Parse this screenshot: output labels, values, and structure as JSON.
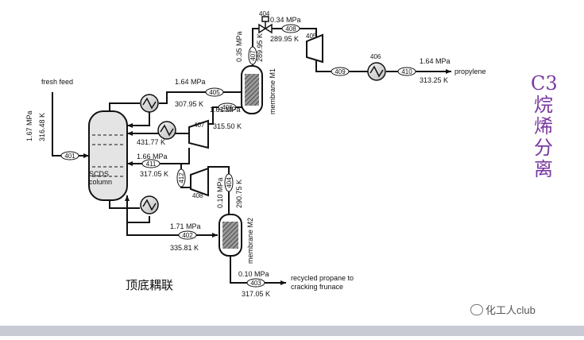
{
  "title_vertical": [
    "C3",
    "烷",
    "烯",
    "分",
    "离"
  ],
  "caption": "顶底耦联",
  "watermark": "化工人club",
  "labels": {
    "fresh_feed": "fresh feed",
    "column": [
      "SCDS",
      "column"
    ],
    "feed_pressure": "1.67 MPa",
    "feed_temp": "316.48 K",
    "membrane1": "membrane M1",
    "membrane2": "membrane M2",
    "propylene": "propylene",
    "recycled": [
      "recycled propane to",
      "cracking frunace"
    ]
  },
  "streams": {
    "s401": "401",
    "s402": "402",
    "s403": "403",
    "s404": "404",
    "s405": "405",
    "s406": "406",
    "s407": "407",
    "s408": "408",
    "s409": "409",
    "s410": "410",
    "s411": "411",
    "s412": "412",
    "u404": "404",
    "u405": "405",
    "u406": "406",
    "u407": "407",
    "u408": "408"
  },
  "conditions": {
    "c405_p": "1.64 MPa",
    "c405_t": "307.95 K",
    "c406_p": "1.61 MPa",
    "c406_t": "315.50 K",
    "c407_p": "0.35 MPa",
    "c407_t": "289.95 K",
    "c408_p": "0.34 MPa",
    "c408_t": "289.95 K",
    "c410_p": "1.64 MPa",
    "c410_t": "313.25 K",
    "c411_p": "1.66 MPa",
    "c411_t": "317.05 K",
    "reflux_t": "431.77 K",
    "c402_p": "1.71 MPa",
    "c402_t": "335.81 K",
    "c404_p": "0.10 MPa",
    "c404_t": "290.75 K",
    "c403_p": "0.10 MPa",
    "c403_t": "317.05 K"
  }
}
